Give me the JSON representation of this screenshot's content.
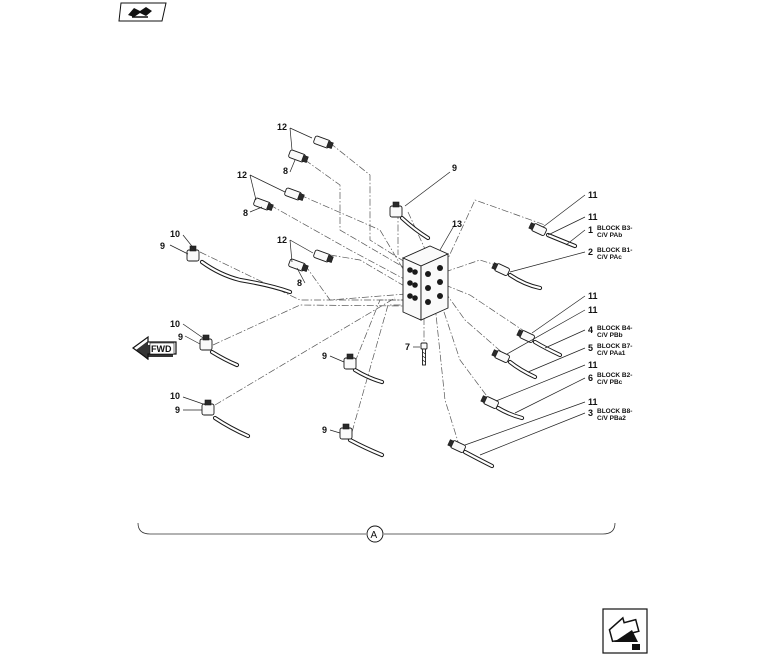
{
  "navigation": {
    "top_icon": "previous-page-icon",
    "bottom_icon": "return-arrow-icon"
  },
  "fwd": {
    "label": "FWD"
  },
  "view": {
    "label": "A"
  },
  "callouts": [
    {
      "id": "c12a",
      "text": "12"
    },
    {
      "id": "c8a",
      "text": "8"
    },
    {
      "id": "c12b",
      "text": "12"
    },
    {
      "id": "c8b",
      "text": "8"
    },
    {
      "id": "c12c",
      "text": "12"
    },
    {
      "id": "c8c",
      "text": "8"
    },
    {
      "id": "c10a",
      "text": "10"
    },
    {
      "id": "c9a",
      "text": "9"
    },
    {
      "id": "c10b",
      "text": "10"
    },
    {
      "id": "c9b",
      "text": "9"
    },
    {
      "id": "c10c",
      "text": "10"
    },
    {
      "id": "c9c",
      "text": "9"
    },
    {
      "id": "c9top",
      "text": "9"
    },
    {
      "id": "c13",
      "text": "13"
    },
    {
      "id": "c7",
      "text": "7"
    },
    {
      "id": "c9m",
      "text": "9"
    },
    {
      "id": "c9l",
      "text": "9"
    },
    {
      "id": "c11a",
      "text": "11"
    },
    {
      "id": "c11b",
      "text": "11"
    },
    {
      "id": "c1",
      "text": "1"
    },
    {
      "id": "c2",
      "text": "2"
    },
    {
      "id": "c11c",
      "text": "11"
    },
    {
      "id": "c11d",
      "text": "11"
    },
    {
      "id": "c4",
      "text": "4"
    },
    {
      "id": "c5",
      "text": "5"
    },
    {
      "id": "c11e",
      "text": "11"
    },
    {
      "id": "c6",
      "text": "6"
    },
    {
      "id": "c11f",
      "text": "11"
    },
    {
      "id": "c3",
      "text": "3"
    }
  ],
  "labels": [
    {
      "id": "l1a",
      "text": "BLOCK B3-"
    },
    {
      "id": "l1b",
      "text": "C/V PAb"
    },
    {
      "id": "l2a",
      "text": "BLOCK B1-"
    },
    {
      "id": "l2b",
      "text": "C/V PAc"
    },
    {
      "id": "l4a",
      "text": "BLOCK B4-"
    },
    {
      "id": "l4b",
      "text": "C/V PBb"
    },
    {
      "id": "l5a",
      "text": "BLOCK B7-"
    },
    {
      "id": "l5b",
      "text": "C/V PAa1"
    },
    {
      "id": "l6a",
      "text": "BLOCK B2-"
    },
    {
      "id": "l6b",
      "text": "C/V PBc"
    },
    {
      "id": "l3a",
      "text": "BLOCK B8-"
    },
    {
      "id": "l3b",
      "text": "C/V PBa2"
    }
  ]
}
